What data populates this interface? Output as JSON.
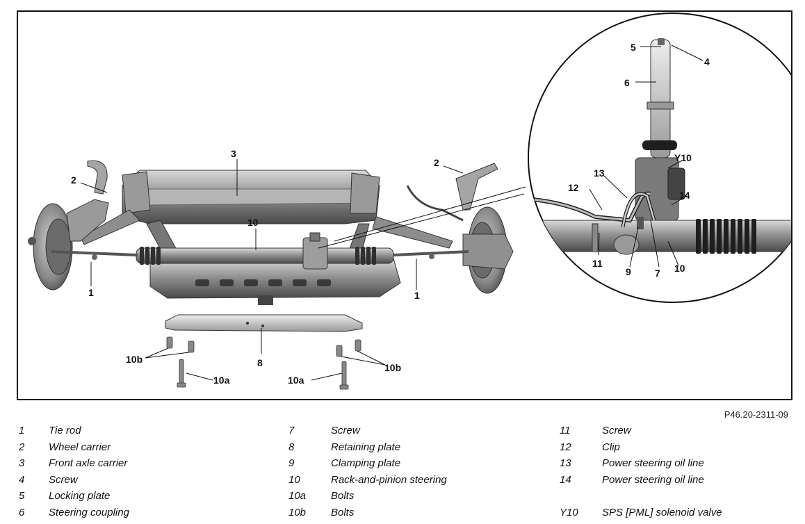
{
  "figure": {
    "code": "P46.20-2311-09",
    "callouts": {
      "c1_left": "1",
      "c1_right": "1",
      "c2_left": "2",
      "c2_right": "2",
      "c3": "3",
      "c10_main": "10",
      "c8": "8",
      "c10b_left": "10b",
      "c10b_right": "10b",
      "c10a_left": "10a",
      "c10a_right": "10a",
      "c5": "5",
      "c4": "4",
      "c6": "6",
      "cY10": "Y10",
      "c13": "13",
      "c12": "12",
      "c14": "14",
      "c11": "11",
      "c9": "9",
      "c7": "7",
      "c10_detail": "10"
    }
  },
  "legend": {
    "col1": [
      {
        "num": "1",
        "label": "Tie rod"
      },
      {
        "num": "2",
        "label": "Wheel carrier"
      },
      {
        "num": "3",
        "label": "Front axle carrier"
      },
      {
        "num": "4",
        "label": "Screw"
      },
      {
        "num": "5",
        "label": "Locking plate"
      },
      {
        "num": "6",
        "label": "Steering coupling"
      }
    ],
    "col2": [
      {
        "num": "7",
        "label": "Screw"
      },
      {
        "num": "8",
        "label": "Retaining plate"
      },
      {
        "num": "9",
        "label": "Clamping plate"
      },
      {
        "num": "10",
        "label": "Rack-and-pinion steering"
      },
      {
        "num": "10a",
        "label": "Bolts"
      },
      {
        "num": "10b",
        "label": "Bolts"
      }
    ],
    "col3": [
      {
        "num": "11",
        "label": "Screw"
      },
      {
        "num": "12",
        "label": "Clip"
      },
      {
        "num": "13",
        "label": "Power steering oil line"
      },
      {
        "num": "14",
        "label": "Power steering oil line"
      },
      {
        "num": "Y10",
        "label": "SPS [PML] solenoid valve"
      }
    ]
  }
}
